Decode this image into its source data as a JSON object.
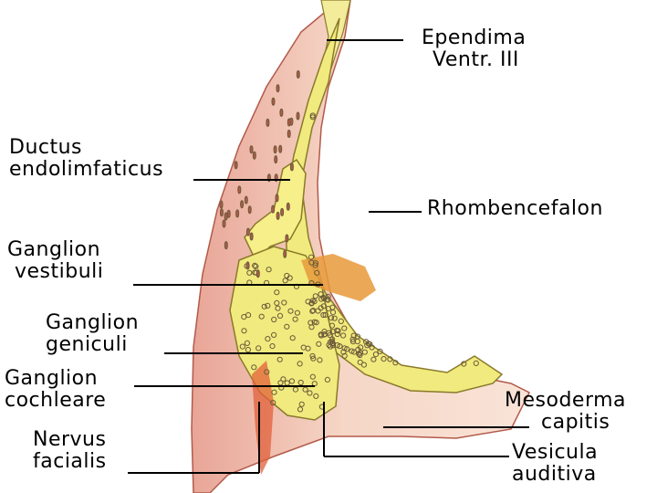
{
  "labels": {
    "ependima": [
      "Ependima",
      "Ventr. III"
    ],
    "ductus": [
      "Ductus",
      "endolimfaticus"
    ],
    "rhombencefalon": [
      "Rhombencefalon"
    ],
    "ganglion_vestibuli": [
      "Ganglion",
      "vestibuli"
    ],
    "ganglion_geniculi": [
      "Ganglion",
      "geniculi"
    ],
    "ganglion_cochleare": [
      "Ganglion",
      "cochleare"
    ],
    "nervus_facialis": [
      "Nervus",
      "facialis"
    ],
    "mesoderma": [
      "Mesoderma",
      "capitis"
    ],
    "vesicula": [
      "Vesicula",
      "auditiva"
    ]
  },
  "colors": {
    "mesenchyme": "#f2c9b6",
    "mesenchyme_dark": "#d98a78",
    "neural_tissue": "#f1ea7e",
    "neural_outline": "#8a7a2a",
    "ganglion_orange": "#e89a3a",
    "nuclei": "#6b5a3a",
    "leader_line": "#000000"
  }
}
